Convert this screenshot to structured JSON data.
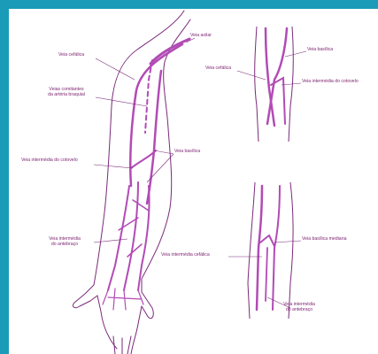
{
  "colors": {
    "frame": "#1a9bb8",
    "paper": "#ffffff",
    "ink": "#7a2a7a",
    "vein": "#b24bb5",
    "text": "#7a1f6e"
  },
  "labels": {
    "veia_axilar": "Veia axilar",
    "veia_cefalica_main": "Veia cefálica",
    "veias_comitantes_l1": "Veias comitantes",
    "veias_comitantes_l2": "da artéria braquial",
    "veia_intermedia_cotovelo_main": "Veia intermédia do cotovelo",
    "veia_basilica_main": "Veia basílica",
    "veia_intermedia_antebraco_main_l1": "Veia intermédia",
    "veia_intermedia_antebraco_main_l2": "do antebraço",
    "veia_basilica_tr": "Veia basílica",
    "veia_cefalica_tr": "Veia cefálica",
    "veia_intermedia_cotovelo_tr": "Veia intermédia do cotovelo",
    "veia_basilica_mediana": "Veia basílica mediana",
    "veia_intermedia_cefalica": "Veia intermédia cefálica",
    "veia_intermedia_antebraco_br_l1": "Veia intermédia",
    "veia_intermedia_antebraco_br_l2": "do antebraço"
  }
}
